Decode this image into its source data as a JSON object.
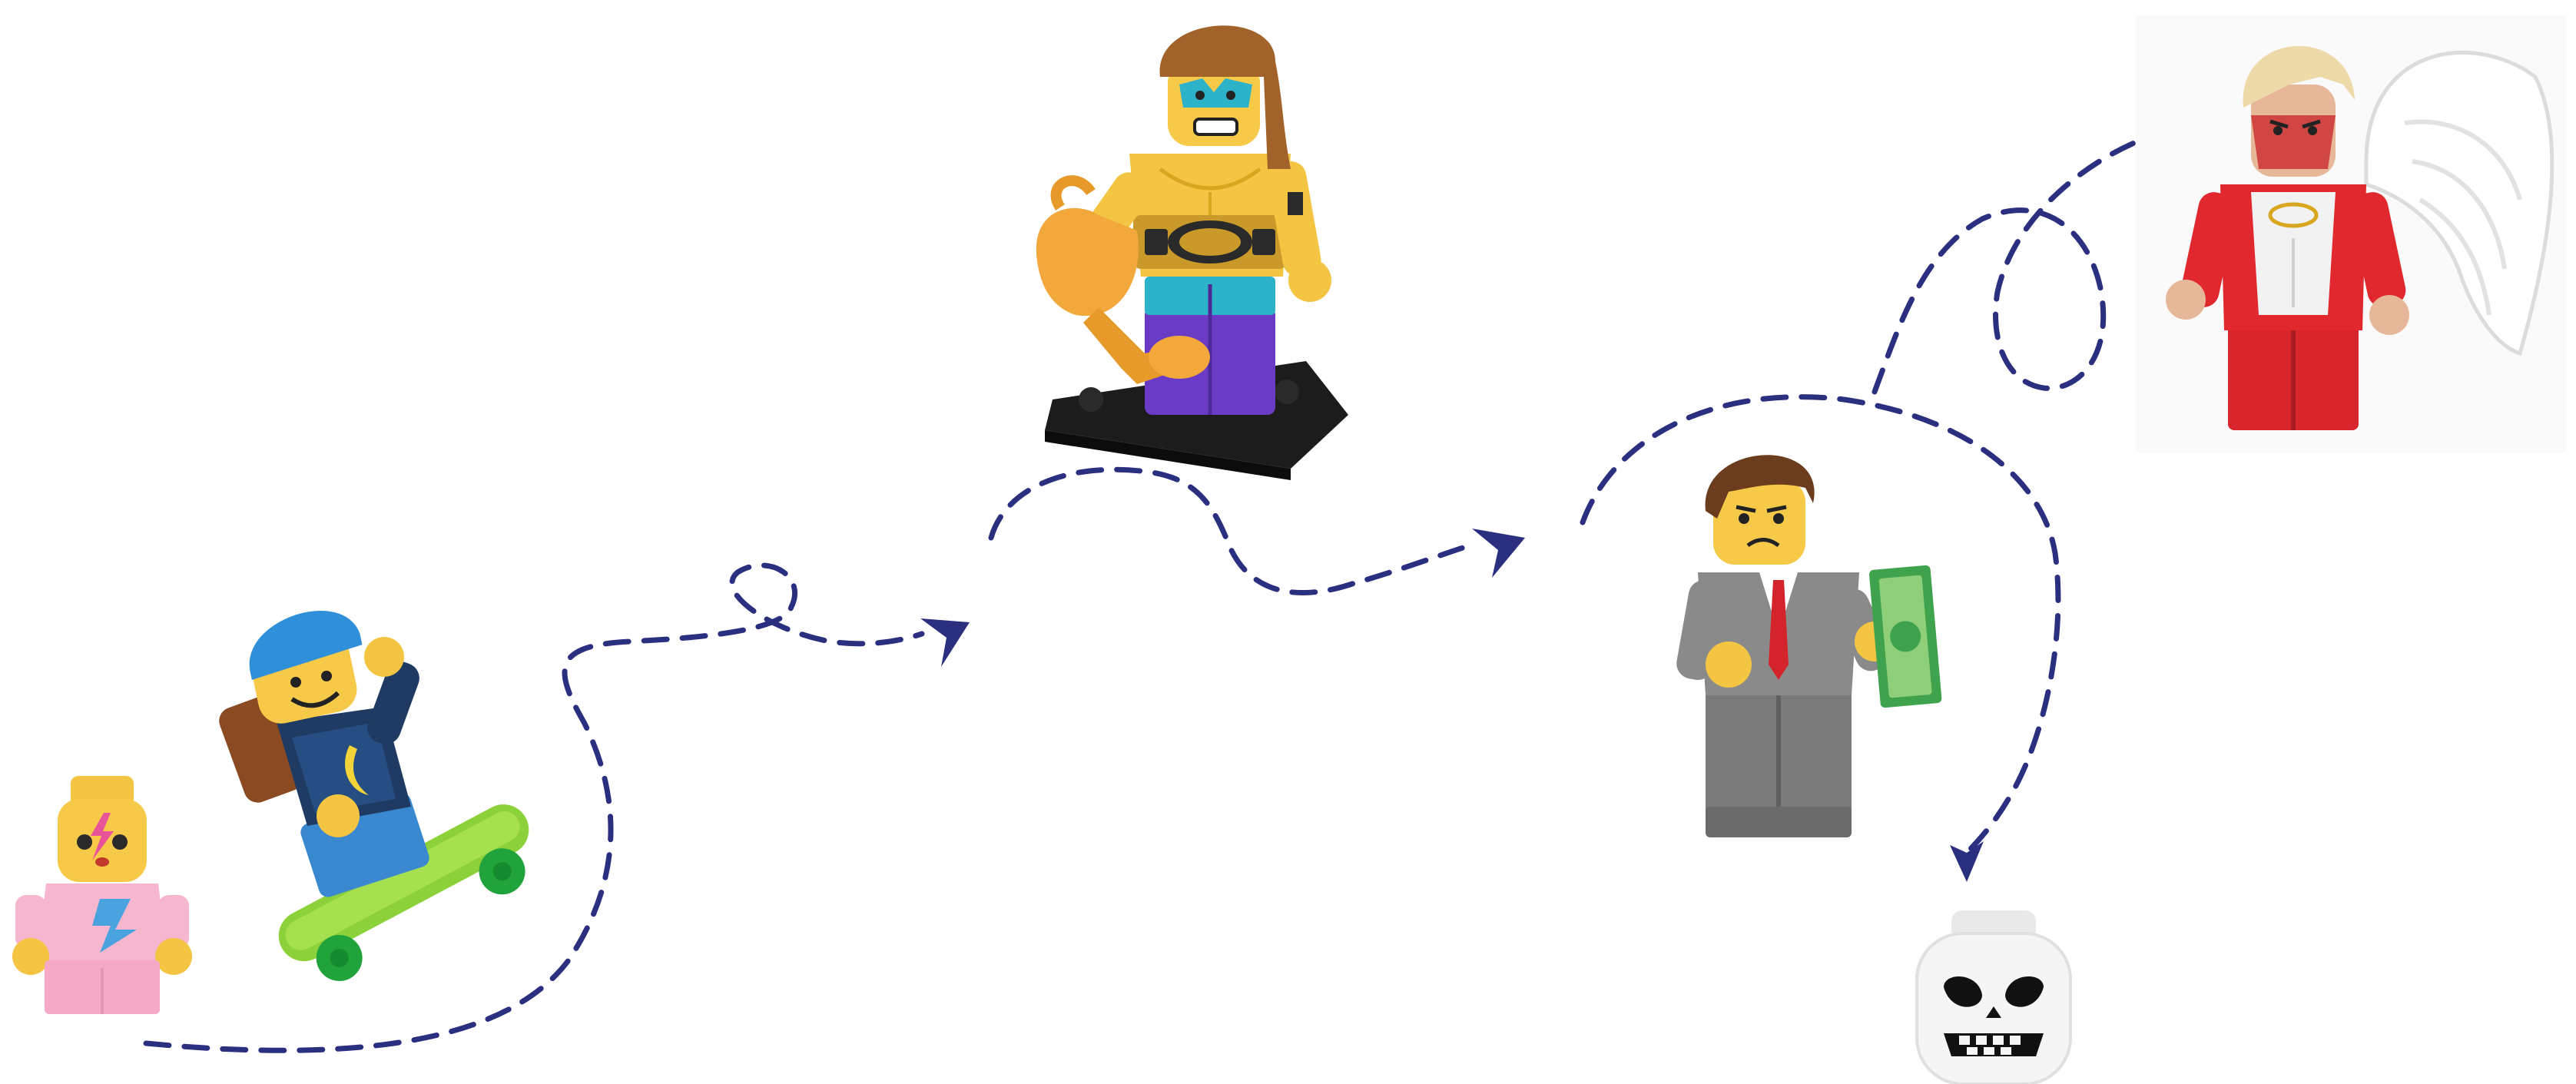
{
  "scene": {
    "figures": [
      {
        "id": "baby",
        "icon": "baby-minifigure-icon"
      },
      {
        "id": "skater",
        "icon": "skateboard-kid-minifigure-icon"
      },
      {
        "id": "wrestler",
        "icon": "wrestler-champion-minifigure-icon"
      },
      {
        "id": "businessman",
        "icon": "businessman-with-money-minifigure-icon"
      },
      {
        "id": "skull",
        "icon": "skull-head-icon"
      },
      {
        "id": "angel",
        "icon": "winged-angel-minifigure-icon"
      }
    ],
    "path_color": "#2b2f7f",
    "background": "#ffffff"
  }
}
